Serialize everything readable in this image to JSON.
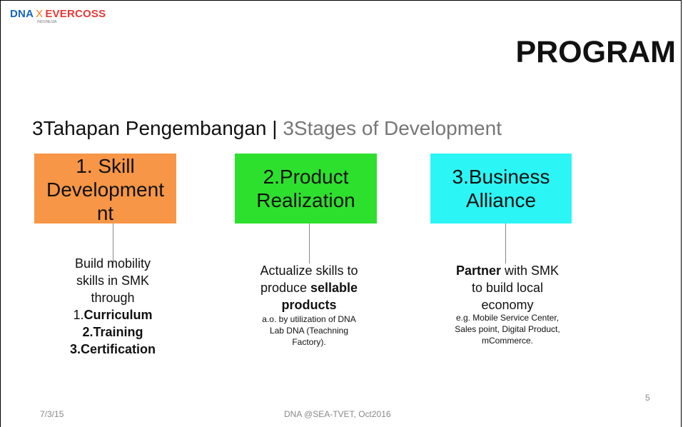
{
  "logo": {
    "dna": "DNA",
    "x": "X",
    "ever": "EVERCOSS",
    "tagline": "INDONESIA"
  },
  "title": "PROGRAM",
  "subtitle": {
    "main": "3Tahapan Pengembangan | ",
    "english": "3Stages of Development"
  },
  "stages": [
    {
      "line1": "1. Skill",
      "line2": "Development",
      "line3": "nt",
      "color": "#f79646",
      "desc": {
        "l1": "Build mobility",
        "l2": "skills in SMK",
        "l3": "through",
        "l4_prefix": "1.",
        "l4_bold": "Curriculum",
        "l5": "2.Training",
        "l6": "3.Certification"
      }
    },
    {
      "line1": "2.Product",
      "line2": "Realization",
      "color": "#2ee02e",
      "desc": {
        "l1": "Actualize skills to",
        "l2_prefix": "produce ",
        "l2_bold": "sellable",
        "l3_bold": "products",
        "small": "a.o. by utilization of DNA Lab DNA (Teachning Factory)."
      }
    },
    {
      "line1": "3.Business",
      "line2": "Alliance",
      "color": "#2cf5f5",
      "desc": {
        "l1_bold": "Partner",
        "l1_rest": " with SMK",
        "l2": "to build local",
        "l3_prefix": "economy",
        "small": "e.g. Mobile Service Center, Sales point, Digital Product, mCommerce."
      }
    }
  ],
  "footer": {
    "date": "7/3/15",
    "event": "DNA @SEA-TVET, Oct2016",
    "page": "5"
  }
}
